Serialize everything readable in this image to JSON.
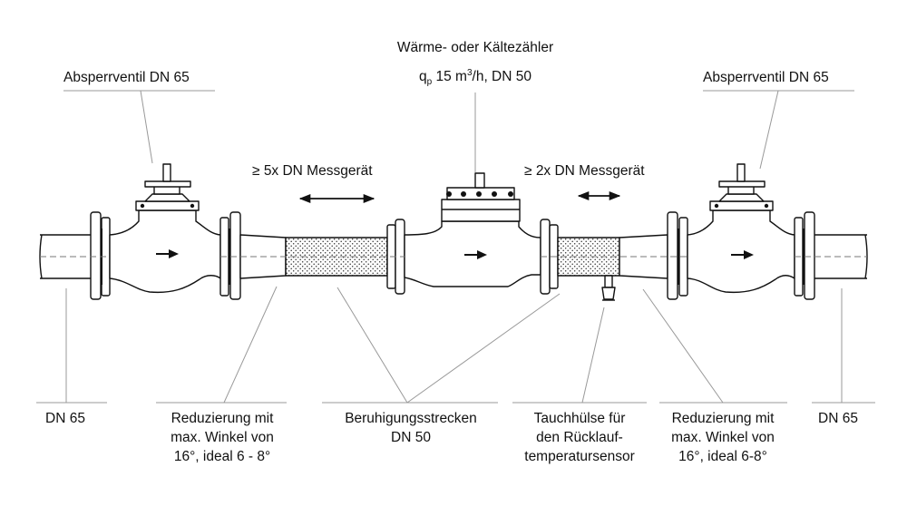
{
  "labels": {
    "valve_left": "Absperrventil DN 65",
    "valve_right": "Absperrventil DN 65",
    "meter_title": "Wärme- oder Kältezähler",
    "meter_spec": {
      "q": "q",
      "q_sub": "p",
      "flow": " 15 m",
      "flow_sup": "3",
      "rest": "/h, DN 50"
    },
    "dist_upstream": "≥ 5x DN Messgerät",
    "dist_downstream": "≥ 2x DN Messgerät",
    "dn_left": "DN 65",
    "dn_right": "DN 65",
    "reduction_left": [
      "Reduzierung mit",
      "max. Winkel von",
      "16°, ideal 6 - 8°"
    ],
    "calming": [
      "Beruhigungsstrecken",
      "DN 50"
    ],
    "sleeve": [
      "Tauchhülse für",
      "den Rücklauf-",
      "temperatursensor"
    ],
    "reduction_right": [
      "Reduzierung mit",
      "max. Winkel von",
      "16°, ideal 6-8°"
    ]
  }
}
